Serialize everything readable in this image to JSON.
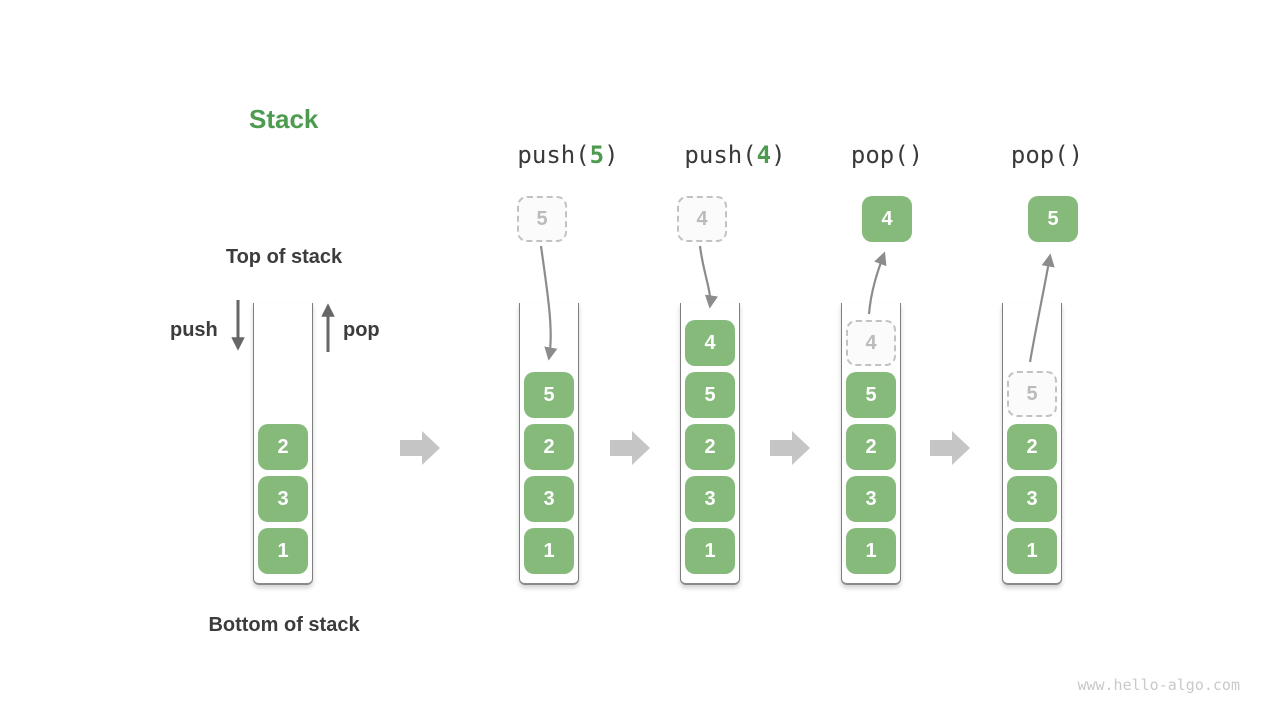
{
  "title": "Stack",
  "labels": {
    "top_of_stack": "Top of stack",
    "bottom_of_stack": "Bottom of stack",
    "push": "push",
    "pop": "pop"
  },
  "watermark": "www.hello-algo.com",
  "colors": {
    "box_green": "#85ba7b",
    "accent_green": "#4c9b4f",
    "text_dark": "#3c3c3c",
    "ghost_gray": "#c2c2c2",
    "curve_arrow_gray": "#8c8c8c",
    "block_arrow_gray": "#c5c5c5",
    "well_border_gray": "#7e7e7e"
  },
  "columns": [
    {
      "name": "initial",
      "stack": [
        "2",
        "3",
        "1"
      ]
    },
    {
      "name": "push-5",
      "op": {
        "pre": "push(",
        "arg": "5",
        "post": ")"
      },
      "incoming": "5",
      "stack": [
        "5",
        "2",
        "3",
        "1"
      ]
    },
    {
      "name": "push-4",
      "op": {
        "pre": "push(",
        "arg": "4",
        "post": ")"
      },
      "incoming": "4",
      "stack": [
        "4",
        "5",
        "2",
        "3",
        "1"
      ]
    },
    {
      "name": "pop-first",
      "op": {
        "pre": "pop()",
        "arg": "",
        "post": ""
      },
      "popped": "4",
      "ghost": "4",
      "stack": [
        "5",
        "2",
        "3",
        "1"
      ]
    },
    {
      "name": "pop-second",
      "op": {
        "pre": "pop()",
        "arg": "",
        "post": ""
      },
      "popped": "5",
      "ghost": "5",
      "stack": [
        "2",
        "3",
        "1"
      ]
    }
  ]
}
